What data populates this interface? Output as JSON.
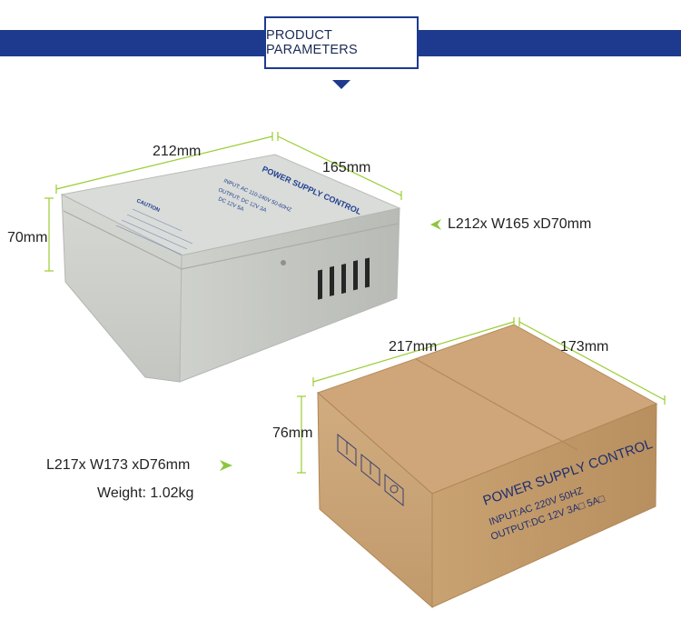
{
  "header": {
    "title": "PRODUCT PARAMETERS"
  },
  "metal_box": {
    "length_label": "212mm",
    "width_label": "165mm",
    "height_label": "70mm",
    "spec": "L212x W165 xD70mm",
    "lid_text": "POWER SUPPLY CONTROL",
    "lid_lines": [
      "INPUT: AC 110-240V 50-60HZ",
      "OUTPUT: DC 12V 3A",
      "DC 12V 5A"
    ],
    "caution_title": "CAUTION"
  },
  "carton": {
    "length_label": "217mm",
    "width_label": "173mm",
    "height_label": "76mm",
    "spec": "L217x W173 xD76mm",
    "weight": "Weight: 1.02kg",
    "print_title": "POWER SUPPLY CONTROL",
    "print_input": "INPUT:AC 220V 50HZ",
    "print_output": "OUTPUT:DC 12V 3A□ 5A□"
  },
  "colors": {
    "band": "#1d3a8e",
    "dimension_line": "#9acd32",
    "arrow": "#8cc63f",
    "box_print": "#233f93"
  }
}
